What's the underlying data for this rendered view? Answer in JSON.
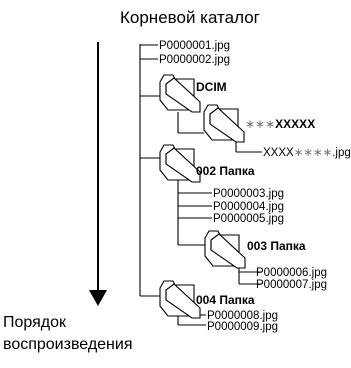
{
  "title": "Корневой каталог",
  "root_files": [
    "P0000001.jpg",
    "P0000002.jpg"
  ],
  "dcim": {
    "label": "DCIM",
    "subfolder": {
      "stars": "∗∗∗",
      "name": "XXXXX"
    },
    "file": {
      "prefix": "XXXX",
      "stars": "∗∗∗∗",
      "ext": ".jpg"
    }
  },
  "folder_002": {
    "label": "002 Папка",
    "files": [
      "P0000003.jpg",
      "P0000004.jpg",
      "P0000005.jpg"
    ],
    "subfolder": {
      "label": "003 Папка",
      "files": [
        "P0000006.jpg",
        "P0000007.jpg"
      ]
    }
  },
  "folder_004": {
    "label": "004 Папка",
    "files": [
      "P0000008.jpg",
      "P0000009.jpg"
    ]
  },
  "playback_order": {
    "line1": "Порядок",
    "line2": "воспроизведения"
  },
  "colors": {
    "ink": "#000000",
    "stars": "#777777",
    "background": "#ffffff"
  }
}
